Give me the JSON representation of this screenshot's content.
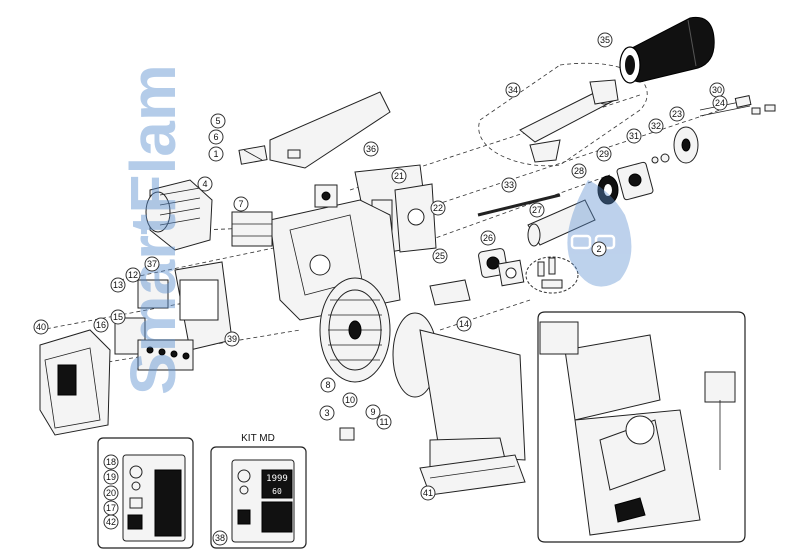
{
  "watermark": {
    "text": "SmartFlam",
    "color": "#5b8fd0"
  },
  "kit_label": "KIT MD",
  "display": {
    "line1": "1999",
    "line2": "60"
  },
  "callouts": [
    "35",
    "30",
    "34",
    "24",
    "23",
    "32",
    "31",
    "29",
    "28",
    "36",
    "21",
    "22",
    "33",
    "27",
    "26",
    "2",
    "25",
    "14",
    "12",
    "37",
    "13",
    "15",
    "16",
    "40",
    "39",
    "8",
    "10",
    "9",
    "11",
    "3",
    "41",
    "18",
    "19",
    "20",
    "17",
    "42",
    "38",
    "7",
    "4",
    "5",
    "6",
    "1"
  ]
}
